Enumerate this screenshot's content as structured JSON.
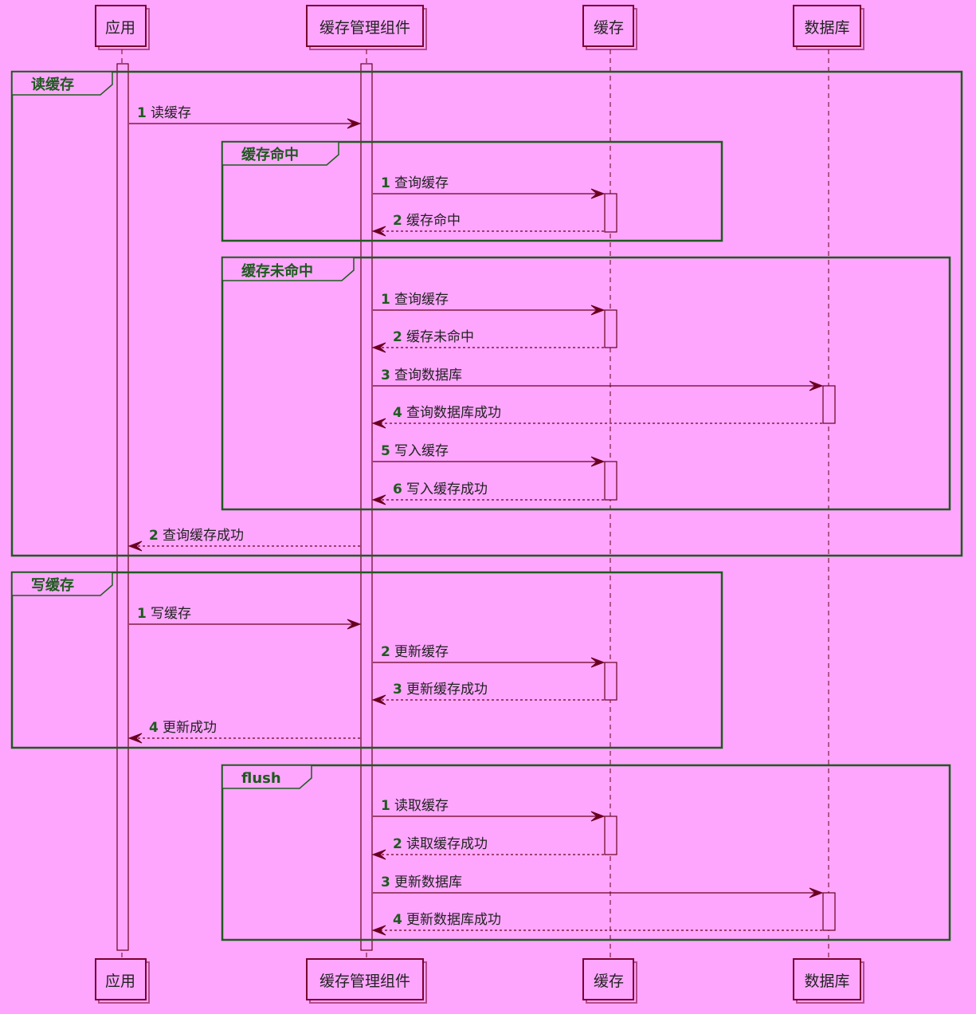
{
  "participants": [
    {
      "id": "app",
      "label": "应用"
    },
    {
      "id": "cm",
      "label": "缓存管理组件"
    },
    {
      "id": "cache",
      "label": "缓存"
    },
    {
      "id": "db",
      "label": "数据库"
    }
  ],
  "frames": [
    {
      "id": "read",
      "label": "读缓存"
    },
    {
      "id": "hit",
      "label": "缓存命中"
    },
    {
      "id": "miss",
      "label": "缓存未命中"
    },
    {
      "id": "write",
      "label": "写缓存"
    },
    {
      "id": "flush",
      "label": "flush"
    }
  ],
  "messages": [
    {
      "num": "1",
      "text": "读缓存",
      "from": "app",
      "to": "cm",
      "reply": false
    },
    {
      "num": "1",
      "text": "查询缓存",
      "from": "cm",
      "to": "cache",
      "reply": false
    },
    {
      "num": "2",
      "text": "缓存命中",
      "from": "cache",
      "to": "cm",
      "reply": true
    },
    {
      "num": "1",
      "text": "查询缓存",
      "from": "cm",
      "to": "cache",
      "reply": false
    },
    {
      "num": "2",
      "text": "缓存未命中",
      "from": "cache",
      "to": "cm",
      "reply": true
    },
    {
      "num": "3",
      "text": "查询数据库",
      "from": "cm",
      "to": "db",
      "reply": false
    },
    {
      "num": "4",
      "text": "查询数据库成功",
      "from": "db",
      "to": "cm",
      "reply": true
    },
    {
      "num": "5",
      "text": "写入缓存",
      "from": "cm",
      "to": "cache",
      "reply": false
    },
    {
      "num": "6",
      "text": "写入缓存成功",
      "from": "cache",
      "to": "cm",
      "reply": true
    },
    {
      "num": "2",
      "text": "查询缓存成功",
      "from": "cm",
      "to": "app",
      "reply": true
    },
    {
      "num": "1",
      "text": "写缓存",
      "from": "app",
      "to": "cm",
      "reply": false
    },
    {
      "num": "2",
      "text": "更新缓存",
      "from": "cm",
      "to": "cache",
      "reply": false
    },
    {
      "num": "3",
      "text": "更新缓存成功",
      "from": "cache",
      "to": "cm",
      "reply": true
    },
    {
      "num": "4",
      "text": "更新成功",
      "from": "cm",
      "to": "app",
      "reply": true
    },
    {
      "num": "1",
      "text": "读取缓存",
      "from": "cm",
      "to": "cache",
      "reply": false
    },
    {
      "num": "2",
      "text": "读取缓存成功",
      "from": "cache",
      "to": "cm",
      "reply": true
    },
    {
      "num": "3",
      "text": "更新数据库",
      "from": "cm",
      "to": "db",
      "reply": false
    },
    {
      "num": "4",
      "text": "更新数据库成功",
      "from": "db",
      "to": "cm",
      "reply": true
    }
  ]
}
